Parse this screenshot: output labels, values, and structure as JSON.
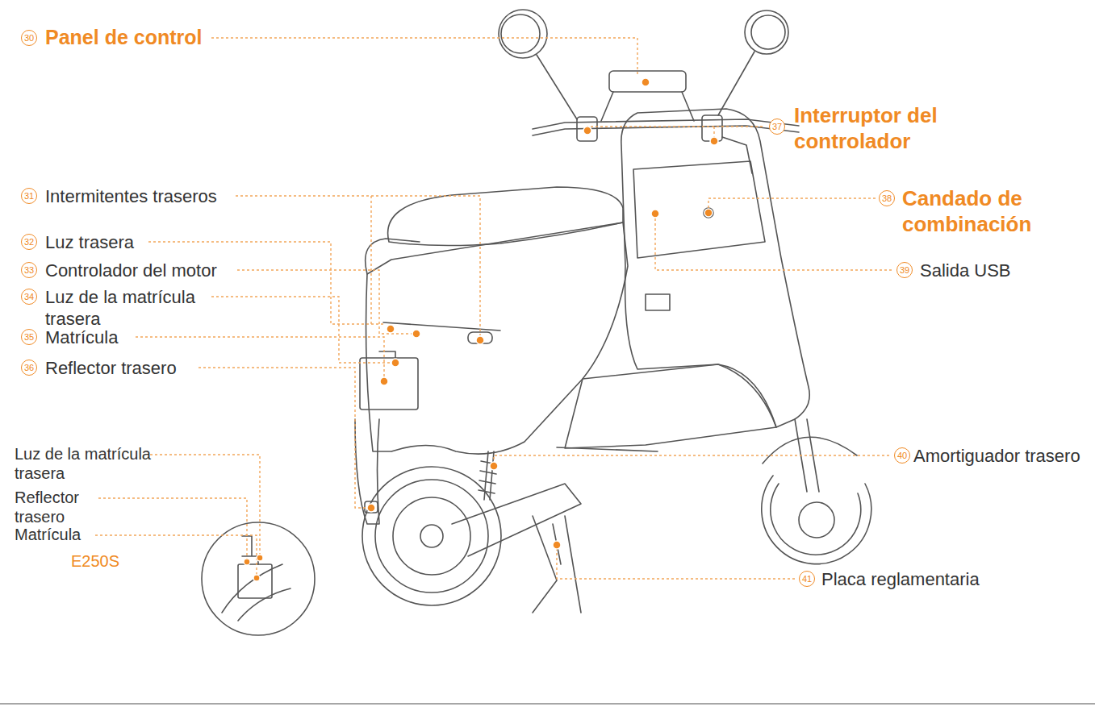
{
  "diagram": {
    "labels": [
      "30",
      "Panel de control",
      "31",
      "Intermitentes traseros",
      "32",
      "Luz trasera",
      "33",
      "Controlador del motor",
      "34",
      "Luz de la matrícula trasera",
      "35",
      "Matrícula",
      "36",
      "Reflector trasero",
      "Luz de la matrícula trasera",
      "Reflector trasero",
      "Matrícula",
      "E250S",
      "37",
      "Interruptor del controlador",
      "38",
      "Candado de combinación",
      "39",
      "Salida USB",
      "40",
      "Amortiguador trasero",
      "41",
      "Placa reglamentaria"
    ]
  }
}
